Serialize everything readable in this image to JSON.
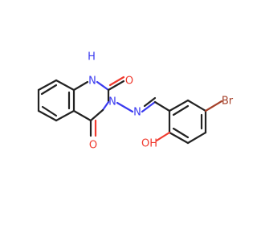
{
  "molecule": {
    "labels": {
      "nh": "H",
      "n1": "N",
      "o1": "O",
      "n3": "N",
      "n_imine": "N",
      "o4": "O",
      "br": "Br",
      "oh": "OH"
    },
    "colors": {
      "bond": "#222222",
      "nitrogen": "#3a3af0",
      "oxygen": "#f03a2e",
      "bromine": "#a5412a",
      "background": "#ffffff"
    }
  }
}
